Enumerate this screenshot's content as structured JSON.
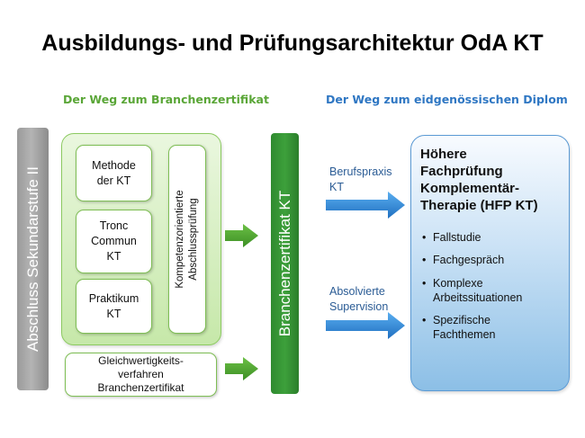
{
  "title": "Ausbildungs- und Prüfungsarchitektur OdA KT",
  "left_heading": "Der Weg zum Branchenzertifikat",
  "right_heading": "Der Weg zum eidgenössischen Diplom",
  "vertical_left": "Abschluss Sekundarstufe II",
  "modules": {
    "methode": [
      "Methode",
      "der KT"
    ],
    "tronc": [
      "Tronc",
      "Commun",
      "KT"
    ],
    "praktikum": [
      "Praktikum",
      "KT"
    ],
    "abschluss": [
      "Kompetenzorientierte",
      "Abschlussprüfung"
    ]
  },
  "gleichwertigkeit": [
    "Gleichwertigkeits-",
    "verfahren",
    "Branchenzertifikat"
  ],
  "vertical_center": "Branchenzertifikat KT",
  "arrow_labels": {
    "top": [
      "Berufspraxis",
      "KT"
    ],
    "bottom": [
      "Absolvierte",
      "Supervision"
    ]
  },
  "diploma": {
    "heading": [
      "Höhere",
      "Fachprüfung",
      "Komplementär-",
      "Therapie  (HFP KT)"
    ],
    "bullets": [
      [
        "Fallstudie"
      ],
      [
        "Fachgespräch"
      ],
      [
        "Komplexe",
        "Arbeitssituationen"
      ],
      [
        "Spezifische",
        "Fachthemen"
      ]
    ]
  },
  "colors": {
    "green_heading": "#5aa637",
    "blue_heading": "#2f77c3",
    "green_bar": "#3da03b",
    "arrow_green": "#4ea32f",
    "arrow_blue": "#2f86d6",
    "gray_bar": "#a3a3a3"
  }
}
